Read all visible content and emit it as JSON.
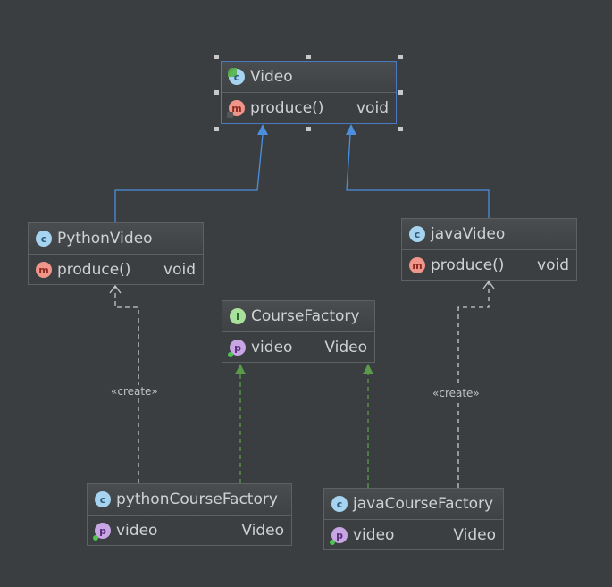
{
  "nodes": {
    "video": {
      "kind": "abstract",
      "icon": "c",
      "name": "Video",
      "members": [
        {
          "kind": "method",
          "icon": "m",
          "name": "produce()",
          "type": "void"
        }
      ]
    },
    "python_video": {
      "kind": "class",
      "icon": "c",
      "name": "PythonVideo",
      "members": [
        {
          "kind": "method",
          "icon": "m",
          "name": "produce()",
          "type": "void"
        }
      ]
    },
    "java_video": {
      "kind": "class",
      "icon": "c",
      "name": "javaVideo",
      "members": [
        {
          "kind": "method",
          "icon": "m",
          "name": "produce()",
          "type": "void"
        }
      ]
    },
    "course_factory": {
      "kind": "interface",
      "icon": "I",
      "name": "CourseFactory",
      "members": [
        {
          "kind": "property",
          "icon": "p",
          "name": "video",
          "type": "Video"
        }
      ]
    },
    "python_course_factory": {
      "kind": "class",
      "icon": "c",
      "name": "pythonCourseFactory",
      "members": [
        {
          "kind": "property",
          "icon": "p",
          "name": "video",
          "type": "Video"
        }
      ]
    },
    "java_course_factory": {
      "kind": "class",
      "icon": "c",
      "name": "javaCourseFactory",
      "members": [
        {
          "kind": "property",
          "icon": "p",
          "name": "video",
          "type": "Video"
        }
      ]
    }
  },
  "edges": [
    {
      "from": "python_video",
      "to": "video",
      "type": "extends"
    },
    {
      "from": "java_video",
      "to": "video",
      "type": "extends"
    },
    {
      "from": "python_course_factory",
      "to": "course_factory",
      "type": "implements"
    },
    {
      "from": "java_course_factory",
      "to": "course_factory",
      "type": "implements"
    },
    {
      "from": "python_course_factory",
      "to": "python_video",
      "type": "create",
      "label": "«create»"
    },
    {
      "from": "java_course_factory",
      "to": "java_video",
      "type": "create",
      "label": "«create»"
    }
  ],
  "colors": {
    "background": "#3b3e40",
    "extends_line": "#4a8fe0",
    "implements_line": "#5a9a4a",
    "create_line": "#c8c8c8",
    "selection": "#4a78c2"
  }
}
